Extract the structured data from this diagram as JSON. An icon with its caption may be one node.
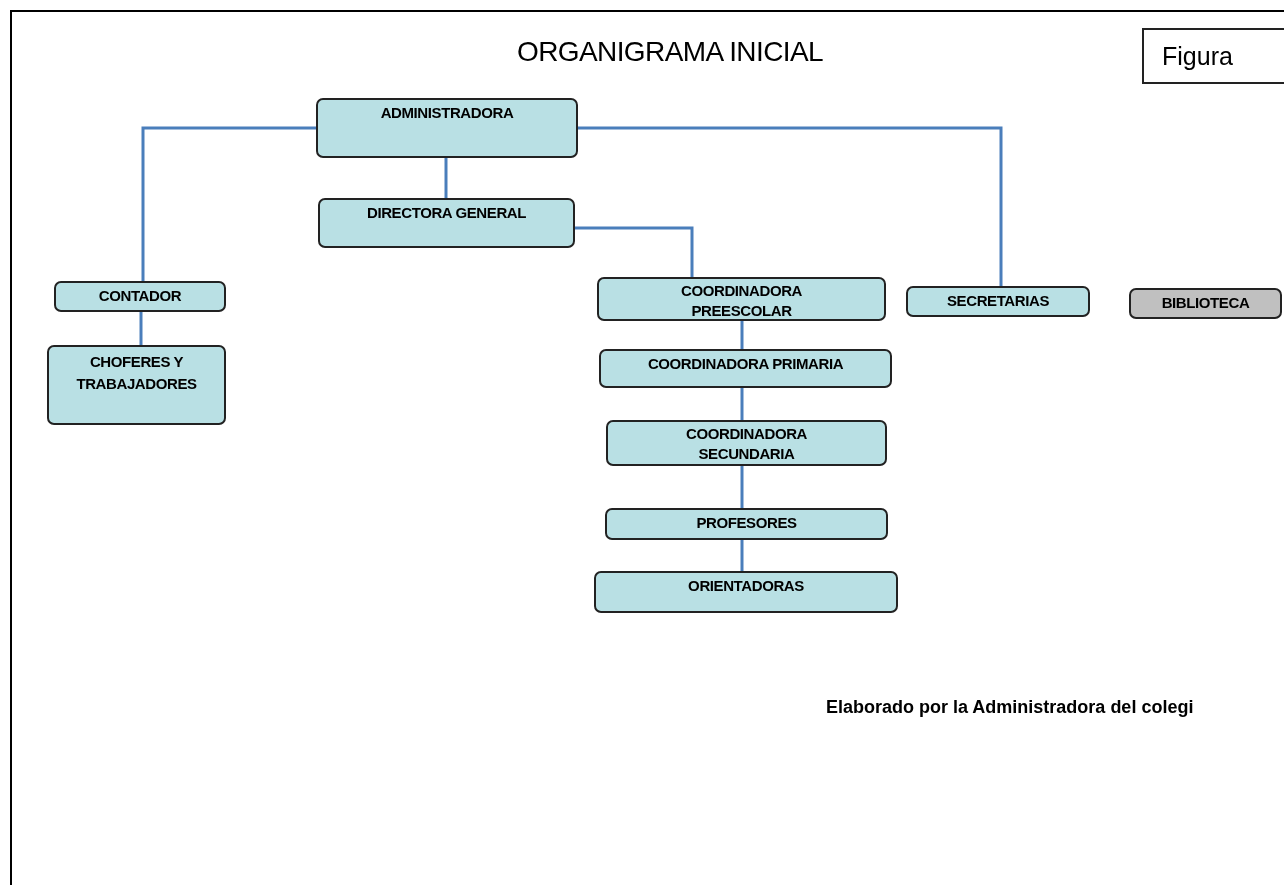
{
  "diagram": {
    "title": "ORGANIGRAMA INICIAL",
    "nodes": [
      {
        "text": [
          "ADMINISTRADORA"
        ]
      },
      {
        "text": [
          "DIRECTORA GENERAL"
        ]
      },
      {
        "text": [
          "CONTADOR"
        ]
      },
      {
        "text": [
          "CHOFERES Y TRABAJADORES"
        ]
      },
      {
        "text": [
          "COORDINADORA PREESCOLAR"
        ]
      },
      {
        "text": [
          "SECRETARIAS"
        ]
      },
      {
        "text": [
          "BIBLIOTECA"
        ]
      },
      {
        "text": [
          "COORDINADORA PRIMARIA"
        ]
      },
      {
        "text": [
          "COORDINADORA SECUNDARIA"
        ]
      },
      {
        "text": [
          "PROFESORES"
        ]
      },
      {
        "text": [
          "ORIENTADORAS"
        ]
      },
      {
        "text": [
          "Figura"
        ]
      }
    ],
    "edges": [
      {
        "from": 0,
        "to": 2,
        "arrow": "none"
      },
      {
        "from": 0,
        "to": 1,
        "arrow": "none"
      },
      {
        "from": 0,
        "to": 5,
        "arrow": "none"
      },
      {
        "from": 2,
        "to": 3,
        "arrow": "none"
      },
      {
        "from": 1,
        "to": 4,
        "arrow": "none"
      },
      {
        "from": 4,
        "to": 7,
        "arrow": "none"
      },
      {
        "from": 7,
        "to": 8,
        "arrow": "none"
      },
      {
        "from": 8,
        "to": 9,
        "arrow": "none"
      },
      {
        "from": 9,
        "to": 10,
        "arrow": "none"
      }
    ],
    "labels": [
      "Elaborado por la Administradora del colegi"
    ]
  }
}
